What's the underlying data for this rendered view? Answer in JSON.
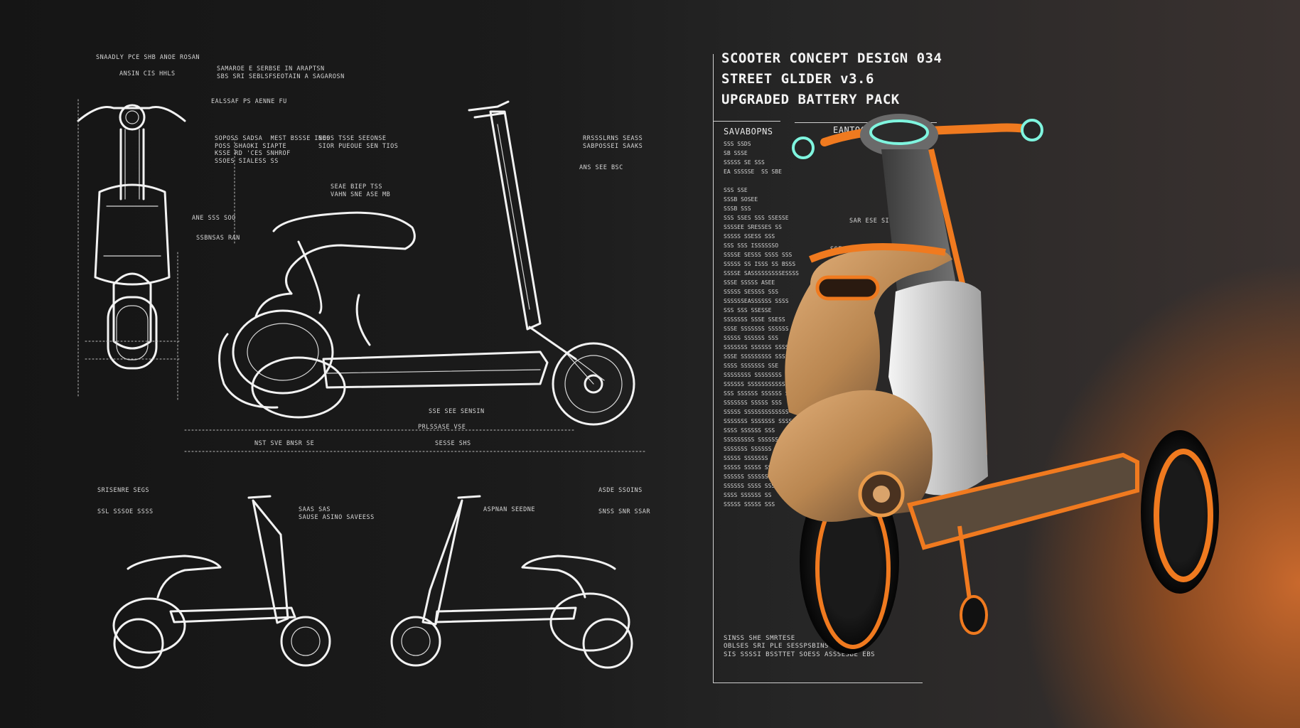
{
  "title_lines": [
    "SCOOTER CONCEPT DESIGN 034",
    "STREET GLIDER v3.6",
    "UPGRADED BATTERY PACK"
  ],
  "section_heads": {
    "left": "SAVABOPNS",
    "right": "EANTOCK SFS KOTIM"
  },
  "scribbles": {
    "s1": "SNAADLY PCE SHB ANOE ROSAN",
    "s2": "ANSIN CIS HHLS",
    "s3": "SAMAROE E SERBSE IN ARAPTSN\nSBS SRI SEBLSFSEOTAIN A SAGAROSN",
    "s4": "EALSSAF PS AENNE FU",
    "s5": "SOPOSS SADSA  MEST BSSSE INES\nPOSS SHAOKI SIAPTE\nKSSE RD 'CES SNHROF\nSSOES SIALESS SS",
    "s6": "SOOS TSSE SEEONSE\nSIOR PUEOUE SEN TIOS",
    "s7": "RRSSSLRNS SEASS\nSABPOSSEI SAAKS",
    "s8": "ANS SEE BSC",
    "s9": "SEAE BIEP TSS\nVAHN SNE ASE MB",
    "s10": "ANE SSS SOO",
    "s11": "SSBNSAS RAN",
    "s12": "SSE SEE SENSIN",
    "s13": "PRLSSASE VSE",
    "s14": "NST SVE BNSR SE",
    "s15": "SESSE SHS",
    "s16": "SRISENRE SEGS",
    "s17": "SSL SSSOE SSSS",
    "s18": "SAAS SAS\nSAUSE ASINO SAVEESS",
    "s19": "ASPNAN SEEDNE",
    "s20": "ASDE SSOINS",
    "s21": "SNSS SNR SSAR",
    "s22": "SINSS SHE SMRTESE\nOBLSES SRI PLE SESSPSBINS SEP CIES\nSIS SSSSI BSSTTET SOESS ASSSESBE EBS",
    "s23": "SAR ESE SINE",
    "s24": "SSEOSA SH SOS SNSE"
  },
  "spec_lines": "SSS SSDS\nSB SSSE\nSSSSS SE SSS\nEA SSSSSE  SS SBE\n\nSSS SSE\nSSSB SOSEE\nSSSB SSS\nSSS SSES SSS SSESSE\nSSSSEE SRESSES SS\nSSSSS SSESS SSS\nSSS SSS ISSSSSSO\nSSSSE SESSS SSSS SSS\nSSSSS SS ISSS SS BSSS\nSSSSE SASSSSSSSSSESSSS\nSSSE SSSSS ASEE\nSSSSS SESSSS SSS\nSSSSSSEASSSSSS SSSS\nSSS SSS SSESSE\nSSSSSSS SSSE SSESS\nSSSE SSSSSSS SSSSSS\nSSSSS SSSSSS SSS\nSSSSSSS SSSSSS SSSS\nSSSE SSSSSSSSS SSSSSS\nSSSS SSSSSSS SSE\nSSSSSSSS SSSSSSSS\nSSSSSS SSSSSSSSSSSSS\nSSS SSSSSS SSSSSS SSSS\nSSSSSSS SSSSS SSS\nSSSSS SSSSSSSSSSSSS\nSSSSSSS SSSSSSS SSSS\nSSSS SSSSSS SSS\nSSSSSSSSS SSSSSS SSSSS\nSSSSSSS SSSSSS SSS\nSSSSS SSSSSSS SSSS\nSSSSS SSSSS SS\nSSSSSS SSSSSSS SSSS\nSSSSSS SSSS SSS\nSSSS SSSSSS SS\nSSSSS SSSSS SSS",
  "colors": {
    "accent": "#f07a1f",
    "body": "#b98a55",
    "panel": "#e3e3e3",
    "hub": "#3fd6c1"
  }
}
